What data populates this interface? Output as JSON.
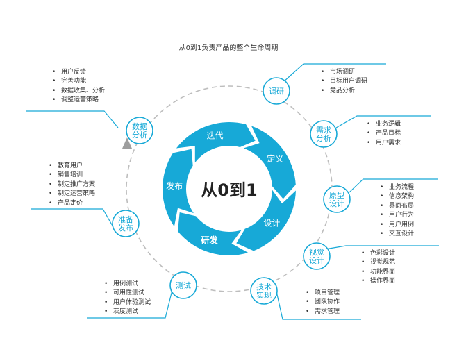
{
  "title": "从0到1负责产品的整个生命周期",
  "center_label": "从0到1",
  "ring_segments": [
    "迭代",
    "定义",
    "设计",
    "研发",
    "发布"
  ],
  "accent_color": "#17a9d7",
  "nodes": [
    {
      "label": [
        "调研"
      ],
      "items": [
        "市场调研",
        "目标用户调研",
        "竞品分析"
      ]
    },
    {
      "label": [
        "需求",
        "分析"
      ],
      "items": [
        "业务逻辑",
        "产品目标",
        "用户需求"
      ]
    },
    {
      "label": [
        "原型",
        "设计"
      ],
      "items": [
        "业务流程",
        "信息架构",
        "界面布局",
        "用户行为",
        "用户用例",
        "交互设计"
      ]
    },
    {
      "label": [
        "视觉",
        "设计"
      ],
      "items": [
        "色彩设计",
        "视觉规范",
        "功能界面",
        "操作界面"
      ]
    },
    {
      "label": [
        "技术",
        "实现"
      ],
      "items": [
        "项目管理",
        "团队协作",
        "需求管理"
      ]
    },
    {
      "label": [
        "测试"
      ],
      "items": [
        "用例测试",
        "可用性测试",
        "用户体验测试",
        "灰度测试"
      ]
    },
    {
      "label": [
        "准备",
        "发布"
      ],
      "items": [
        "教育用户",
        "销售培训",
        "制定推广方案",
        "制定运营策略",
        "产品定价"
      ]
    },
    {
      "label": [
        "数据",
        "分析"
      ],
      "items": [
        "用户反馈",
        "完善功能",
        "数据收集、分析",
        "调整运营策略"
      ]
    }
  ]
}
